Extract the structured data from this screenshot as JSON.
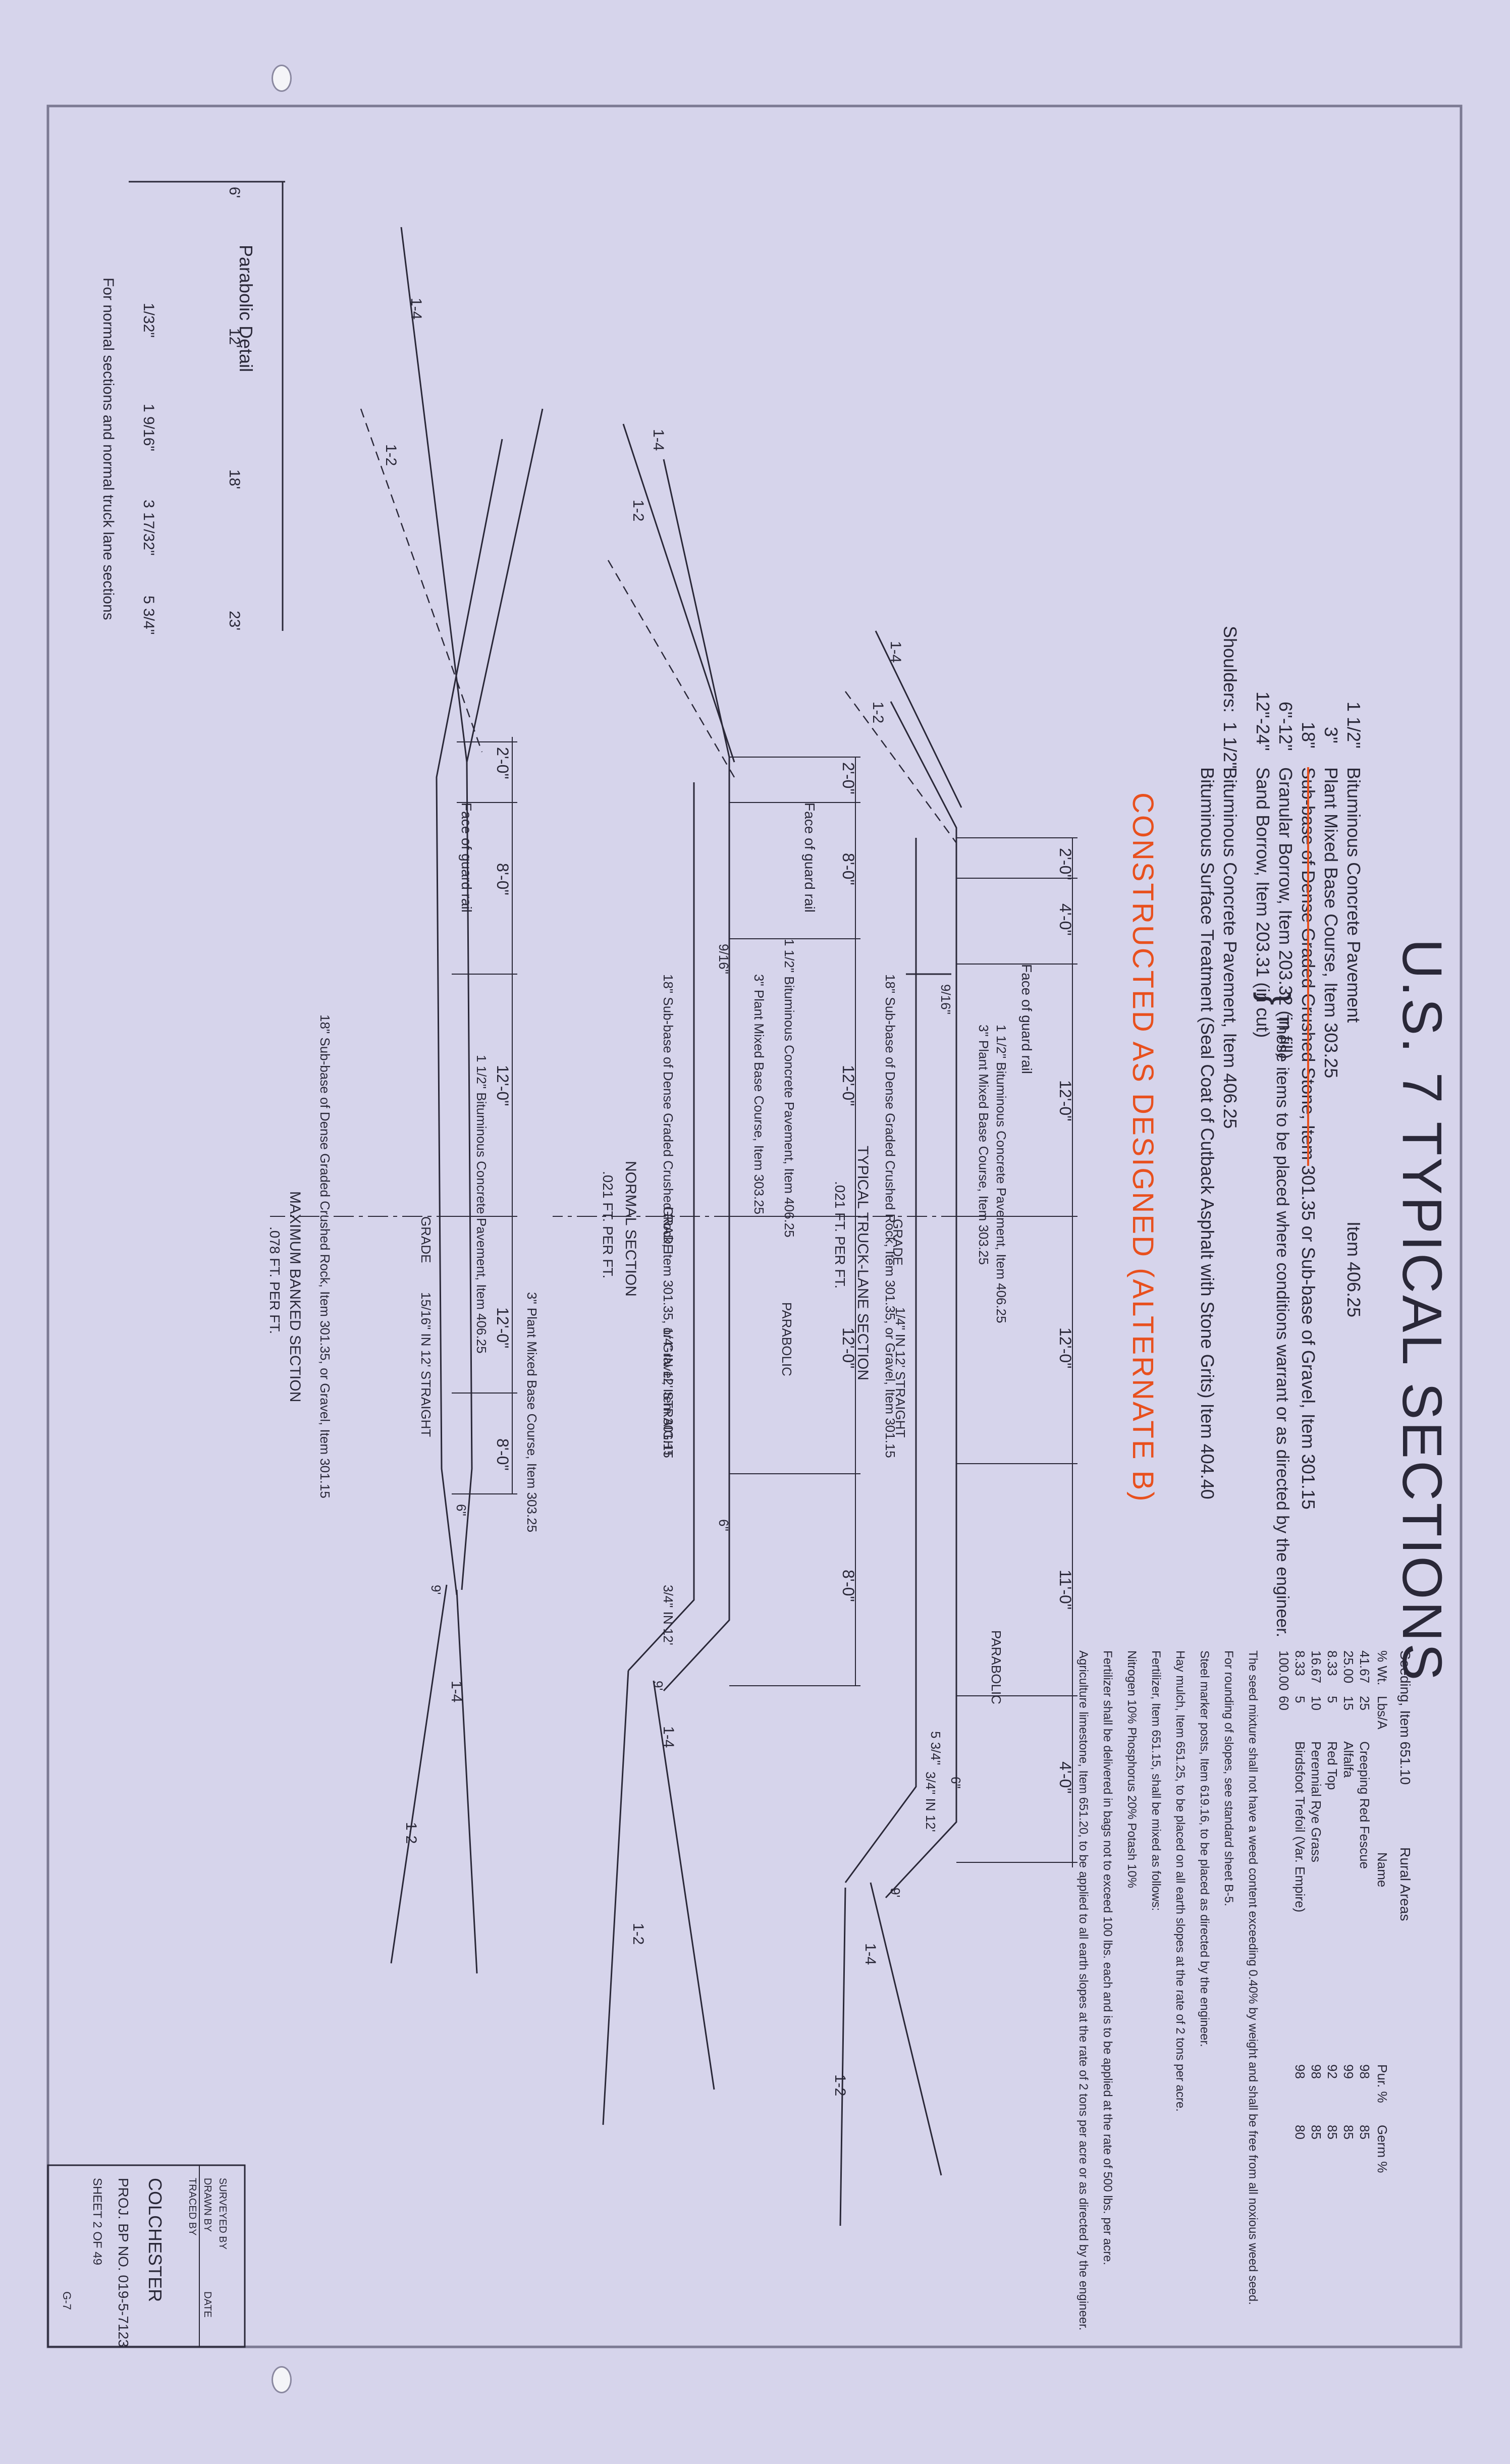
{
  "title": "U.S. 7 TYPICAL SECTIONS",
  "pavement_notes": [
    {
      "thk": "1 1/2\"",
      "text": "Bituminous Concrete Pavement",
      "item": "Item 406.25"
    },
    {
      "thk": "3\"",
      "text": "Plant Mixed Base Course, Item 303.25",
      "item": ""
    },
    {
      "thk": "18\"",
      "text": "Sub-base of Dense Graded Crushed Stone, Item 301.35 or Sub-base of Gravel, Item 301.15",
      "item": ""
    },
    {
      "thk": "6\"-12\"",
      "text": "Granular Borrow, Item 203.32 (in fill)",
      "item": ""
    },
    {
      "thk": "12\"-24\"",
      "text": "Sand Borrow, Item 203.31 (in cut)",
      "item": ""
    }
  ],
  "brace_note": "These items to be placed where conditions warrant or as directed by the engineer.",
  "shoulders": {
    "label": "Shoulders:",
    "thk": "1 1/2\"",
    "line1": "Bituminous Concrete Pavement, Item 406.25",
    "line2": "Bituminous Surface Treatment (Seal Coat of Cutback Asphalt with Stone Grits) Item 404.40"
  },
  "stamp": "CONSTRUCTED AS DESIGNED (ALTERNATE B)",
  "parabolic_detail": {
    "title": "Parabolic Detail",
    "distances": [
      "6'",
      "12'",
      "18'",
      "23'"
    ],
    "offsets": [
      "1/32\"",
      "1 9/16\"",
      "3 17/32\"",
      "5 3/4\""
    ],
    "note": "For normal sections and normal truck lane sections"
  },
  "seeding": {
    "header": "Seeding, Item 651.10",
    "rural": "Rural Areas",
    "cols": [
      "% Wt.",
      "Lbs/A",
      "Name",
      "Pur. %",
      "Germ %"
    ],
    "rows": [
      [
        "41.67",
        "25",
        "Creeping Red Fescue",
        "98",
        "85"
      ],
      [
        "25.00",
        "15",
        "Alfalfa",
        "99",
        "85"
      ],
      [
        "8.33",
        "5",
        "Red Top",
        "92",
        "85"
      ],
      [
        "16.67",
        "10",
        "Perennial Rye Grass",
        "98",
        "85"
      ],
      [
        "8.33",
        "5",
        "Birdsfoot Trefoil (Var. Empire)",
        "98",
        "80"
      ],
      [
        "100.00",
        "60",
        "",
        "",
        ""
      ]
    ],
    "notes": [
      "The seed mixture shall not have a weed content exceeding 0.40% by weight and shall be free from all noxious weed seed.",
      "For rounding of slopes, see standard sheet B-5.",
      "Steel marker posts, Item 619.16, to be placed as directed by the engineer.",
      "Hay mulch, Item 651.25, to be placed on all earth slopes at the rate of 2 tons per acre.",
      "Fertilizer, Item 651.15, shall be mixed as follows:",
      "Nitrogen 10%   Phosphorus 20%   Potash 10%",
      "Fertilizer shall be delivered in bags not to exceed 100 lbs. each and is to be applied at the rate of 500 lbs. per acre.",
      "Agriculture limestone, Item 651.20, to be applied to all earth slopes at the rate of 2 tons per acre or as directed by the engineer."
    ]
  },
  "section_truck": {
    "title": "TYPICAL TRUCK-LANE SECTION",
    "crown": ".021 FT. PER FT.",
    "dims": [
      "2'-0\"",
      "4'-0\"",
      "12'-0\"",
      "12'-0\"",
      "11'-0\"",
      "4'-0\""
    ],
    "guard_rail": "Face of guard rail",
    "labels": [
      "1 1/2\" Bituminous Concrete Pavement, Item 406.25",
      "3\" Plant Mixed Base Course, Item 303.25",
      "18\" Sub-base of Dense Graded Crushed Rock, Item 301.35, or Gravel, Item 301.15",
      "GRADE",
      "1/4\" IN 12' STRAIGHT",
      "PARABOLIC",
      "3/4\" IN 12'",
      "9/16\"",
      "6\"",
      "5 3/4\"",
      "9'"
    ]
  },
  "section_normal": {
    "title": "NORMAL SECTION",
    "crown": ".021 FT. PER FT.",
    "dims": [
      "2'-0\"",
      "8'-0\"",
      "12'-0\"",
      "12'-0\"",
      "8'-0\""
    ],
    "guard_rail": "Face of guard rail",
    "labels": [
      "1 1/2\" Bituminous Concrete Pavement, Item 406.25",
      "3\" Plant Mixed Base Course, Item 303.25",
      "18\" Sub-base of Dense Graded Crushed Rock, Item 301.35, or Gravel, Item 301.15",
      "GRADE",
      "PARABOLIC",
      "1/4\" IN 12' STRAIGHT",
      "3/4\" IN 12'",
      "9/16\"",
      "6\"",
      "9'"
    ]
  },
  "section_banked": {
    "title": "MAXIMUM BANKED SECTION",
    "crown": ".078 FT. PER FT.",
    "dims": [
      "2'-0\"",
      "8'-0\"",
      "12'-0\"",
      "12'-0\"",
      "8'-0\""
    ],
    "guard_rail": "Face of guard rail",
    "labels": [
      "1 1/2\" Bituminous Concrete Pavement, Item 406.25",
      "3\" Plant Mixed Base Course, Item 303.25",
      "18\" Sub-base of Dense Graded Crushed Rock, Item 301.35, or Gravel, Item 301.15",
      "GRADE",
      "15/16\" IN 12' STRAIGHT",
      "6\"",
      "9'"
    ]
  },
  "slopes": [
    "1-4",
    "1-2",
    "1-4",
    "1-2"
  ],
  "title_block": {
    "surveyed": "SURVEYED BY",
    "drawn": "DRAWN BY",
    "traced": "TRACED BY",
    "date": "DATE",
    "town": "COLCHESTER",
    "proj": "PROJ. BP  NO. 019-5-7123",
    "sheet": "SHEET 2 OF 49",
    "ref": "G-7"
  },
  "colors": {
    "paper": "#d6d4eb",
    "ink": "#2a2838",
    "stamp": "#e8501e",
    "border": "#7c7a93"
  }
}
